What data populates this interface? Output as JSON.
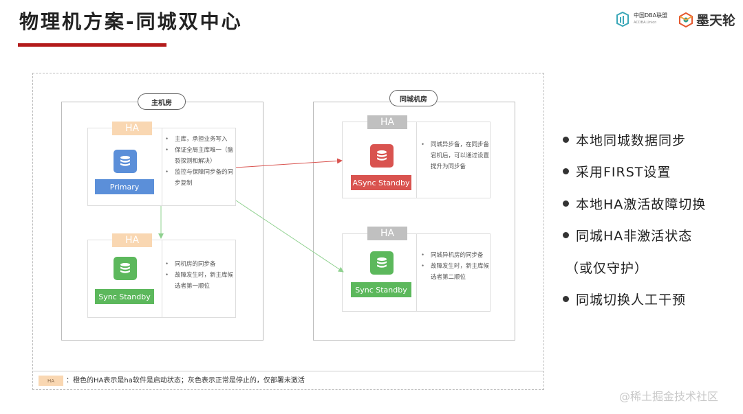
{
  "header": {
    "title": "物理机方案-同城双中心",
    "logo1_text": "中国DBA联盟",
    "logo1_sub": "ACDBA.Union",
    "logo2_text": "墨天轮"
  },
  "diagram": {
    "main_room": "主机房",
    "dr_room": "同城机房",
    "nodes": {
      "primary": {
        "ha": "HA",
        "label": "Primary",
        "desc": [
          "主库，承担业务写入",
          "保证全局主库唯一（脑裂探测和解决）",
          "监控与保障同步备的同步复制"
        ]
      },
      "sync_local": {
        "ha": "HA",
        "label": "Sync Standby",
        "desc": [
          "同机房的同步备",
          "故障发生时，新主库候选者第一顺位"
        ]
      },
      "async_remote": {
        "ha": "HA",
        "label": "ASync Standby",
        "desc": [
          "同城异步备，在同步备宕机后，可以通过设置提升为同步备"
        ]
      },
      "sync_remote": {
        "ha": "HA",
        "label": "Sync Standby",
        "desc": [
          "同城异机房的同步备",
          "故障发生时，新主库候选者第二顺位"
        ]
      }
    },
    "legend": {
      "swatch": "HA",
      "text": "：橙色的HA表示是ha软件是启动状态；灰色表示正常是停止的，仅部署未激活"
    }
  },
  "bullets": [
    "本地同城数据同步",
    "采用FIRST设置",
    "本地HA激活故障切换",
    "同城HA非激活状态",
    "（或仅守护）",
    "同城切换人工干预"
  ],
  "watermark": "@稀土掘金技术社区",
  "colors": {
    "title_bar": "#b31b1b",
    "primary": "#5b8fd9",
    "standby_green": "#5cb85c",
    "async_red": "#d9534f",
    "ha_active": "#f9d7b2",
    "ha_inactive": "#c0c0c0",
    "arrow_red": "#d9534f",
    "arrow_green": "#8fd18f"
  }
}
